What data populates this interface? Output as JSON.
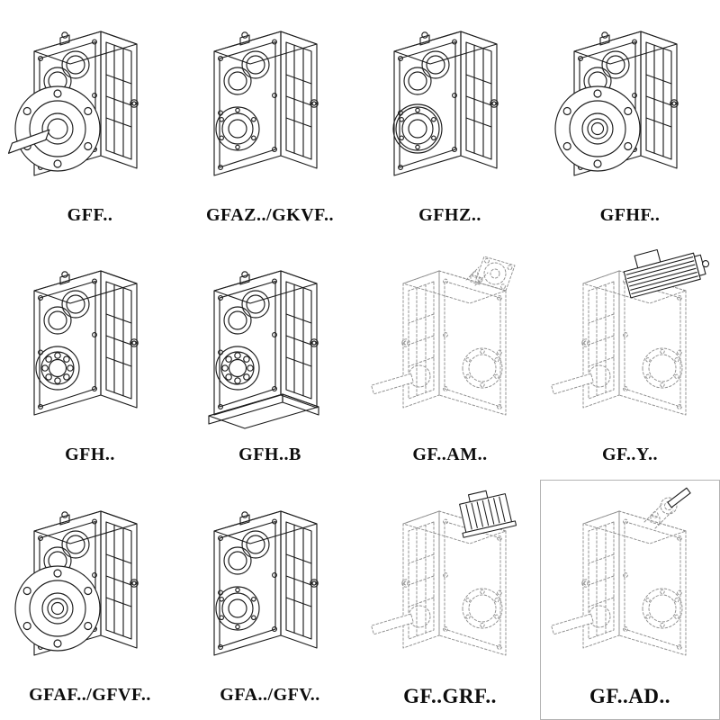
{
  "page": {
    "background": "#ffffff",
    "ink": "#1c1c1c",
    "dashed_ink": "#8f8f8f"
  },
  "grid": {
    "items": [
      {
        "label": "GFF..",
        "variant": "flange-shaft",
        "line": "solid"
      },
      {
        "label": "GFAZ../GKVF..",
        "variant": "hollow",
        "line": "solid"
      },
      {
        "label": "GFHZ..",
        "variant": "hollow-cover",
        "line": "solid"
      },
      {
        "label": "GFHF..",
        "variant": "flange-hollow",
        "line": "solid"
      },
      {
        "label": "GFH..",
        "variant": "bearing",
        "line": "solid"
      },
      {
        "label": "GFH..B",
        "variant": "bearing-foot",
        "line": "solid"
      },
      {
        "label": "GF..AM..",
        "variant": "reversed-adapter-flange",
        "line": "dashed"
      },
      {
        "label": "GF..Y..",
        "variant": "reversed-motor",
        "line": "dashed"
      },
      {
        "label": "GFAF../GFVF..",
        "variant": "flange-hollow-bolts",
        "line": "solid"
      },
      {
        "label": "GFA../GFV..",
        "variant": "hollow",
        "line": "solid"
      },
      {
        "label": "GF..GRF..",
        "variant": "reversed-adapter-box",
        "line": "dashed"
      },
      {
        "label": "GF..AD..",
        "variant": "reversed-input-shaft",
        "line": "dashed"
      }
    ]
  }
}
